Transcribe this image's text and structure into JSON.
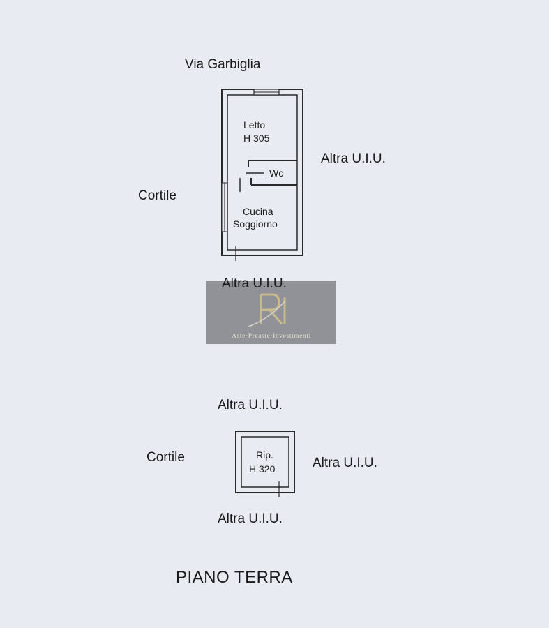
{
  "labels": {
    "street": "Via Garbiglia",
    "cortile_top": "Cortile",
    "altra_right_top": "Altra U.I.U.",
    "altra_below_top": "Altra U.I.U.",
    "altra_above_bottom": "Altra U.I.U.",
    "cortile_bottom": "Cortile",
    "altra_right_bottom": "Altra U.I.U.",
    "altra_below_bottom": "Altra U.I.U.",
    "floor_title": "PIANO TERRA"
  },
  "rooms": {
    "letto": "Letto",
    "letto_h": "H 305",
    "wc": "Wc",
    "cucina": "Cucina",
    "soggiorno": "Soggiorno",
    "rip": "Rip.",
    "rip_h": "H 320"
  },
  "watermark": {
    "text": "Aste·Preaste·Investimenti",
    "logo_letters": "RI"
  },
  "colors": {
    "background": "#e9ebf2",
    "wall": "#2a2a2a",
    "watermark_bg": "#78787d",
    "watermark_gold": "#c9b98f"
  }
}
